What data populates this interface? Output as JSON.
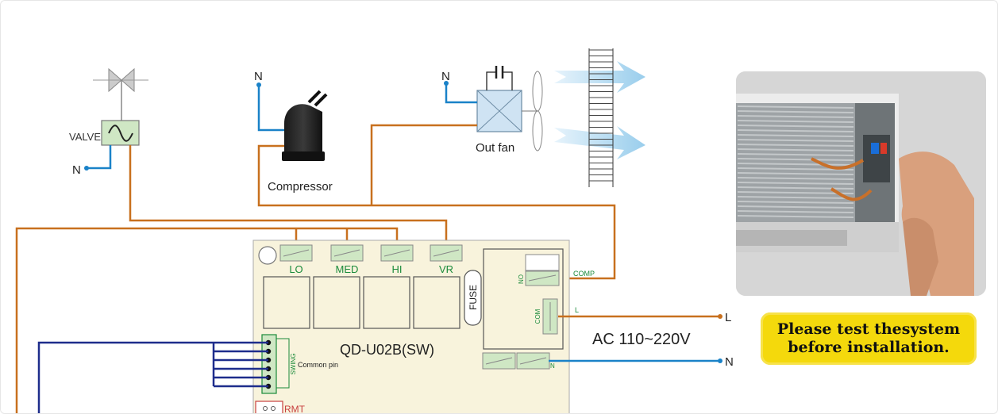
{
  "diagram": {
    "valve_label": "VALVE",
    "neutral_label": "N",
    "live_label": "L",
    "compressor_label": "Compressor",
    "out_fan_label": "Out fan",
    "relay_labels": [
      "LO",
      "MED",
      "HI",
      "VR"
    ],
    "fuse_label": "FUSE",
    "no_label": "NO",
    "com_label": "COM",
    "comp_label": "COMP",
    "board_model": "QD-U02B(SW)",
    "swing_label": "SWING",
    "common_pin_label": "Common pin",
    "rmt_label": "RMT",
    "ac_label": "AC 110~220V"
  },
  "note": {
    "line1": "Please test thesystem",
    "line2": "before installation."
  },
  "colors": {
    "wire_orange": "#c8701e",
    "wire_blue": "#1a82c8",
    "wire_navy": "#1e2d8c",
    "board_bg": "#f8f3dc",
    "label_green": "#1a8a3a",
    "relay_fill": "#cfe7c4",
    "note_bg": "#f4d90c"
  }
}
